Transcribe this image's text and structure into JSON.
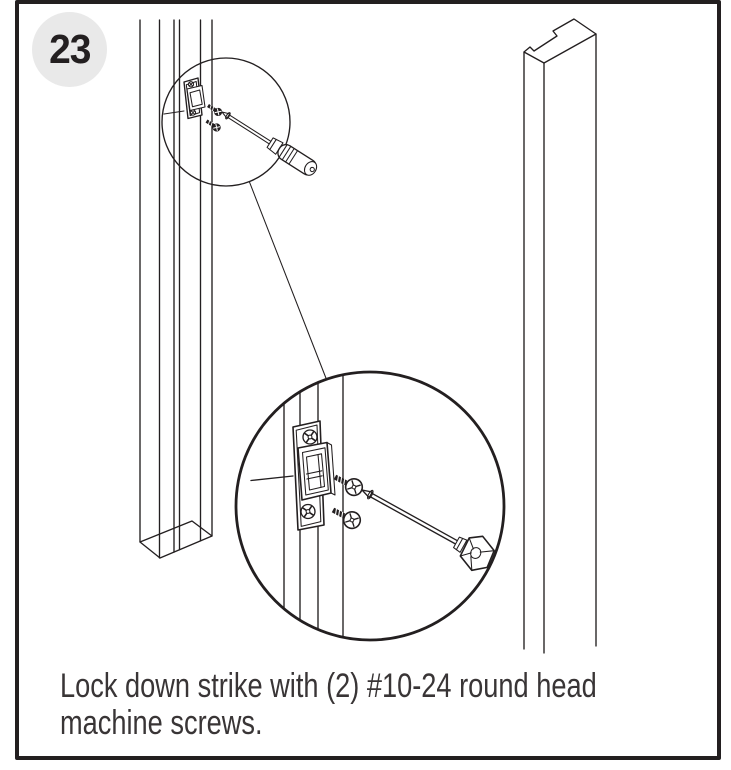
{
  "step": {
    "number": "23"
  },
  "caption": {
    "line1": "Lock down strike with (2) #10-24 round head",
    "line2": "machine screws."
  },
  "colors": {
    "ink": "#231f20",
    "badge_bg": "#e9e9e9",
    "paper": "#ffffff"
  },
  "illustration": {
    "parts": [
      "door-jamb",
      "door-stile",
      "strike-plate",
      "round-head-machine-screws",
      "phillips-screwdriver",
      "detail-callout-small",
      "detail-callout-large",
      "callout-leader-line"
    ]
  }
}
